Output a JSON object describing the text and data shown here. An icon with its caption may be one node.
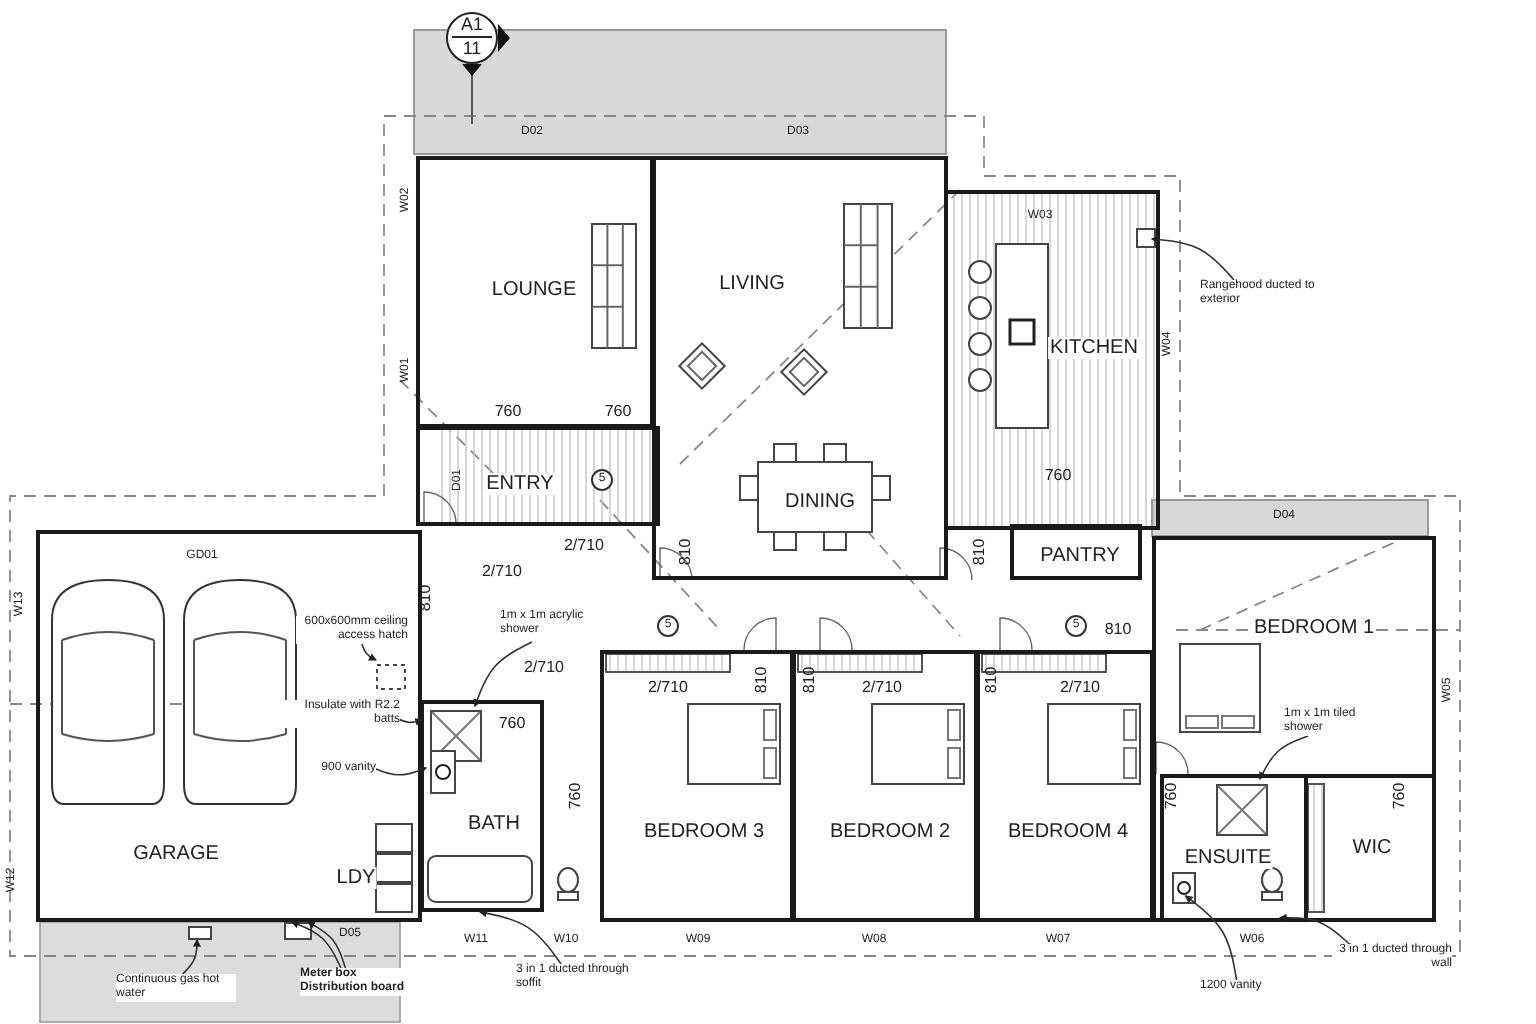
{
  "diagram": {
    "nodes": [
      {
        "text": [
          "A1",
          "11"
        ]
      },
      {
        "text": [
          "LOUNGE"
        ]
      },
      {
        "text": [
          "LIVING",
          "DINING"
        ]
      },
      {
        "text": [
          "KITCHEN"
        ]
      },
      {
        "text": [
          "ENTRY"
        ]
      },
      {
        "text": [
          "PANTRY"
        ]
      },
      {
        "text": [
          "GARAGE",
          "LDY"
        ]
      },
      {
        "text": [
          "BATH"
        ]
      },
      {
        "text": [
          "BEDROOM 3"
        ]
      },
      {
        "text": [
          "BEDROOM 2"
        ]
      },
      {
        "text": [
          "BEDROOM 4"
        ]
      },
      {
        "text": [
          "BEDROOM 1"
        ]
      },
      {
        "text": [
          "ENSUITE"
        ],
        "in": 11
      },
      {
        "text": [
          "WIC"
        ],
        "in": 11
      },
      {
        "text": [
          "Rangehood ducted to exterior"
        ]
      },
      {
        "text": [
          "1m x 1m acrylic shower"
        ]
      },
      {
        "text": [
          "600x600mm ceiling access hatch"
        ],
        "in": 6
      },
      {
        "text": [
          "Insulate with R2.2 batts"
        ],
        "in": 6
      },
      {
        "text": [
          "900 vanity"
        ],
        "in": 6
      },
      {
        "text": [
          "1m x 1m tiled shower"
        ],
        "in": 11
      },
      {
        "text": [
          "Continuous gas hot water"
        ]
      },
      {
        "text": [
          "Meter box",
          "Distribution board"
        ]
      },
      {
        "text": [
          "3 in 1 ducted through soffit"
        ]
      },
      {
        "text": [
          "1200 vanity"
        ]
      },
      {
        "text": [
          "3 in 1 ducted through wall"
        ]
      },
      {
        "text": [],
        "shape": "box",
        "in": 3
      },
      {
        "text": [],
        "shape": "box",
        "in": 7
      },
      {
        "text": [],
        "shape": "box",
        "in": 6
      },
      {
        "text": [],
        "shape": "box",
        "in": 7
      },
      {
        "text": [],
        "shape": "box",
        "in": 12
      },
      {
        "text": [],
        "shape": "box",
        "in": 12
      },
      {
        "text": [],
        "shape": "box"
      },
      {
        "text": [],
        "shape": "box"
      }
    ],
    "edges": [
      {
        "from": 14,
        "to": 25,
        "arrow": "to"
      },
      {
        "from": 15,
        "to": 26,
        "arrow": "to"
      },
      {
        "from": 16,
        "to": 27,
        "arrow": "to"
      },
      {
        "from": 17,
        "to": 6,
        "arrow": "to"
      },
      {
        "from": 18,
        "to": 28,
        "arrow": "to"
      },
      {
        "from": 19,
        "to": 29,
        "arrow": "to"
      },
      {
        "from": 20,
        "to": 31,
        "arrow": "to"
      },
      {
        "from": 21,
        "to": 32,
        "arrow": "to"
      },
      {
        "from": 21,
        "to": 32,
        "arrow": "to"
      },
      {
        "from": 22,
        "to": 7,
        "arrow": "to"
      },
      {
        "from": 23,
        "to": 30,
        "arrow": "to"
      },
      {
        "from": 24,
        "to": 12,
        "arrow": "to"
      }
    ],
    "labels": [
      "D02",
      "D03",
      "W02",
      "W01",
      "W03",
      "W04",
      "760",
      "760",
      "D01",
      "5",
      "760",
      "D04",
      "GD01",
      "W13",
      "2/710",
      "2/710",
      "810",
      "810",
      "810",
      "5",
      "5",
      "810",
      "2/710",
      "2/710",
      "810",
      "810",
      "2/710",
      "810",
      "2/710",
      "W05",
      "760",
      "760",
      "760",
      "760",
      "W12",
      "D05",
      "W11",
      "W10",
      "W09",
      "W08",
      "W07",
      "W06"
    ]
  }
}
